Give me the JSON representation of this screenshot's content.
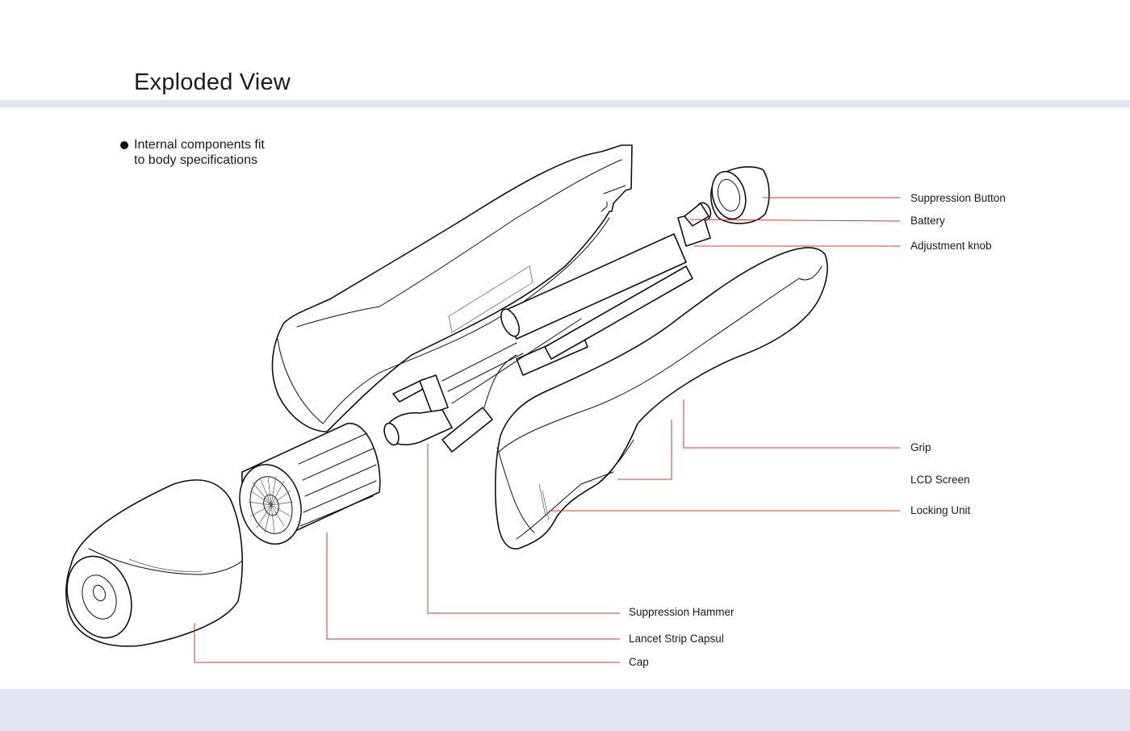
{
  "page": {
    "title": "Exploded View",
    "note_line1": "Internal components fit",
    "note_line2": "to body specifications"
  },
  "labels": {
    "suppression_button": "Suppression Button",
    "battery": "Battery",
    "adjustment_knob": "Adjustment knob",
    "grip": "Grip",
    "lcd_screen": "LCD Screen",
    "locking_unit": "Locking Unit",
    "suppression_hammer": "Suppression Hammer",
    "lancet_strip_capsul": "Lancet Strip Capsul",
    "cap": "Cap"
  },
  "colors": {
    "band": "#e2e6f2",
    "leader_line": "#d23b3b",
    "ink": "#111111"
  }
}
